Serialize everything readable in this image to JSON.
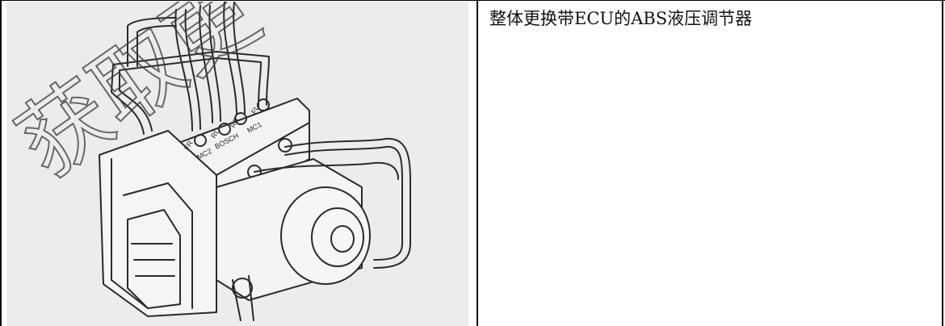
{
  "cell": {
    "description": "整体更换带ECU的ABS液压调节器"
  },
  "illustration": {
    "port_labels": [
      "MC2",
      "BOSCH",
      "MC1",
      "FR",
      "RL",
      "RR",
      "FL"
    ],
    "watermark": "获取更"
  }
}
